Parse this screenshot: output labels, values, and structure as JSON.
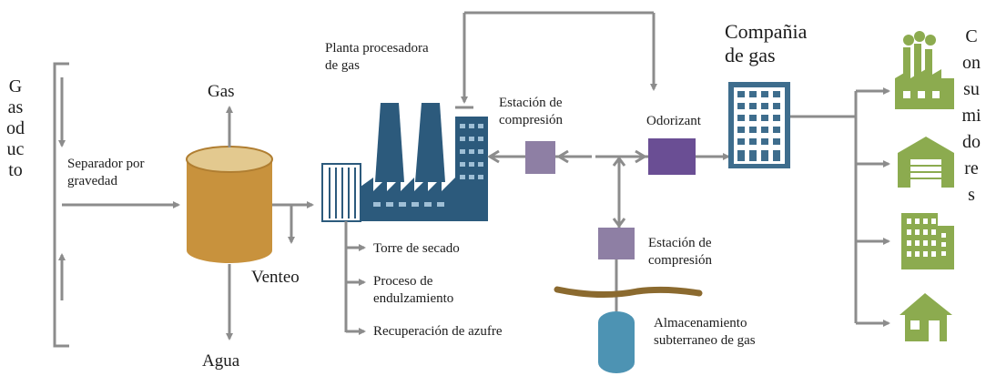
{
  "labels": {
    "gasoducto": "Gasoducto",
    "separador": "Separador por gravedad",
    "gas": "Gas",
    "agua": "Agua",
    "venteo": "Venteo",
    "planta": "Planta procesadora de gas",
    "estacion_compresion_top": "Estación de compresión",
    "odorizant": "Odorizant",
    "compania": "Compañia de gas",
    "consumidores": "Consumidores",
    "torre": "Torre de secado",
    "endulzamiento": "Proceso de endulzamiento",
    "azufre": "Recuperación de azufre",
    "estacion_compresion_bottom": "Estación de compresión",
    "almacenamiento": "Almacenamiento subterraneo de gas"
  },
  "colors": {
    "arrow": "#8c8c8c",
    "separator_body": "#c8923d",
    "separator_top": "#e3c98f",
    "plant": "#2c5a7c",
    "plant_light": "#5c86a6",
    "compressor": "#8e7fa4",
    "odorizant": "#6a4e94",
    "company": "#3e6d8d",
    "consumer": "#8cab4f",
    "storage": "#4d93b3",
    "ground": "#8b6a2f"
  }
}
